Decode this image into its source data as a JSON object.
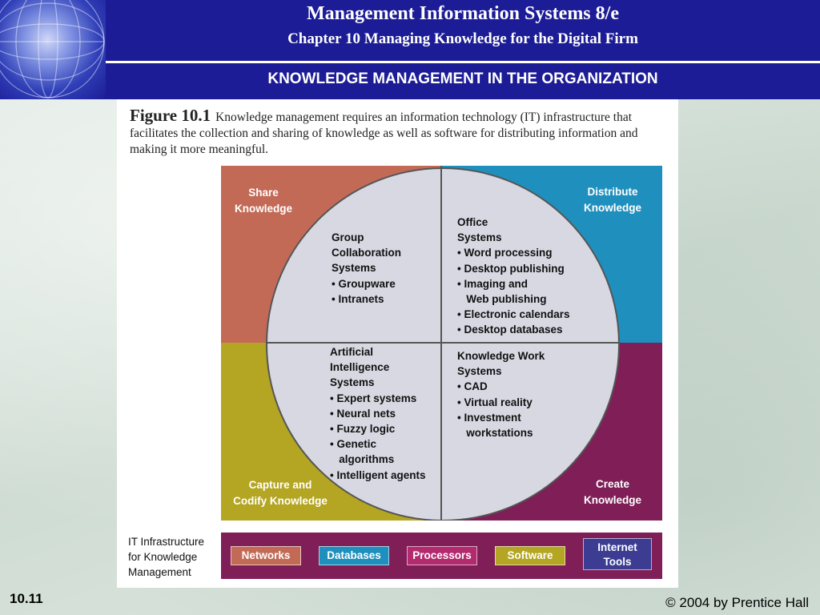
{
  "header": {
    "title": "Management Information Systems 8/e",
    "subtitle": "Chapter 10 Managing Knowledge for the Digital Firm",
    "section": "KNOWLEDGE MANAGEMENT IN THE ORGANIZATION"
  },
  "figure": {
    "label": "Figure 10.1",
    "caption": "Knowledge management requires an information technology (IT) infrastructure that facilitates the collection and sharing of knowledge as well as software for distributing information and making it more meaningful.",
    "corners": {
      "share": "Share\nKnowledge",
      "distribute": "Distribute\nKnowledge",
      "capture": "Capture and\nCodify Knowledge",
      "create": "Create\nKnowledge"
    },
    "quadrants": {
      "group": "Group\nCollaboration\nSystems\n• Groupware\n• Intranets",
      "office": "Office\nSystems\n• Word processing\n• Desktop publishing\n• Imaging and\n   Web publishing\n• Electronic calendars\n• Desktop databases",
      "ai": "Artificial\nIntelligence\nSystems\n• Expert systems\n• Neural nets\n• Fuzzy logic\n• Genetic\n   algorithms\n• Intelligent agents",
      "kws": "Knowledge Work\nSystems\n• CAD\n• Virtual reality\n• Investment\n   workstations"
    },
    "infrastructure": {
      "label": "IT Infrastructure\nfor Knowledge\nManagement",
      "tools": {
        "networks": "Networks",
        "databases": "Databases",
        "processors": "Processors",
        "software": "Software",
        "internet": "Internet\nTools"
      }
    },
    "colors": {
      "share": "#c36a57",
      "distribute": "#1f8fbd",
      "capture": "#b4a522",
      "create": "#7f1e57",
      "circle": "#d7d8e2"
    }
  },
  "footer": {
    "page_number": "10.11",
    "copyright": "© 2004 by Prentice Hall"
  }
}
